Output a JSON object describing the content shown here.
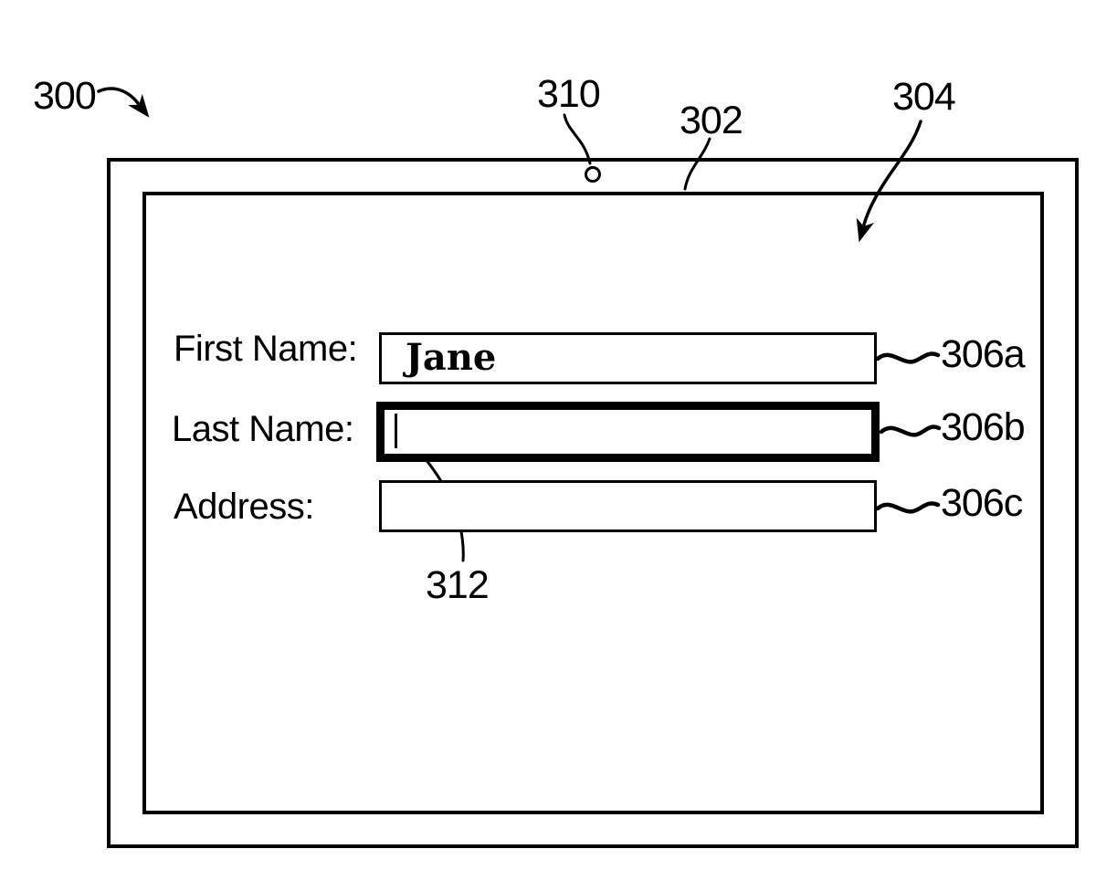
{
  "refs": {
    "device": "300",
    "bezel": "302",
    "display": "304",
    "camera": "310",
    "first_name_field": "306a",
    "last_name_field": "306b",
    "address_field": "306c",
    "text_cursor": "312"
  },
  "form": {
    "fields": [
      {
        "label": "First Name:",
        "value": "Jane",
        "ref": "306a",
        "focused": false
      },
      {
        "label": "Last Name:",
        "value": "",
        "ref": "306b",
        "focused": true
      },
      {
        "label": "Address:",
        "value": "",
        "ref": "306c",
        "focused": false
      }
    ]
  },
  "colors": {
    "ink": "#000000",
    "background": "#ffffff"
  }
}
